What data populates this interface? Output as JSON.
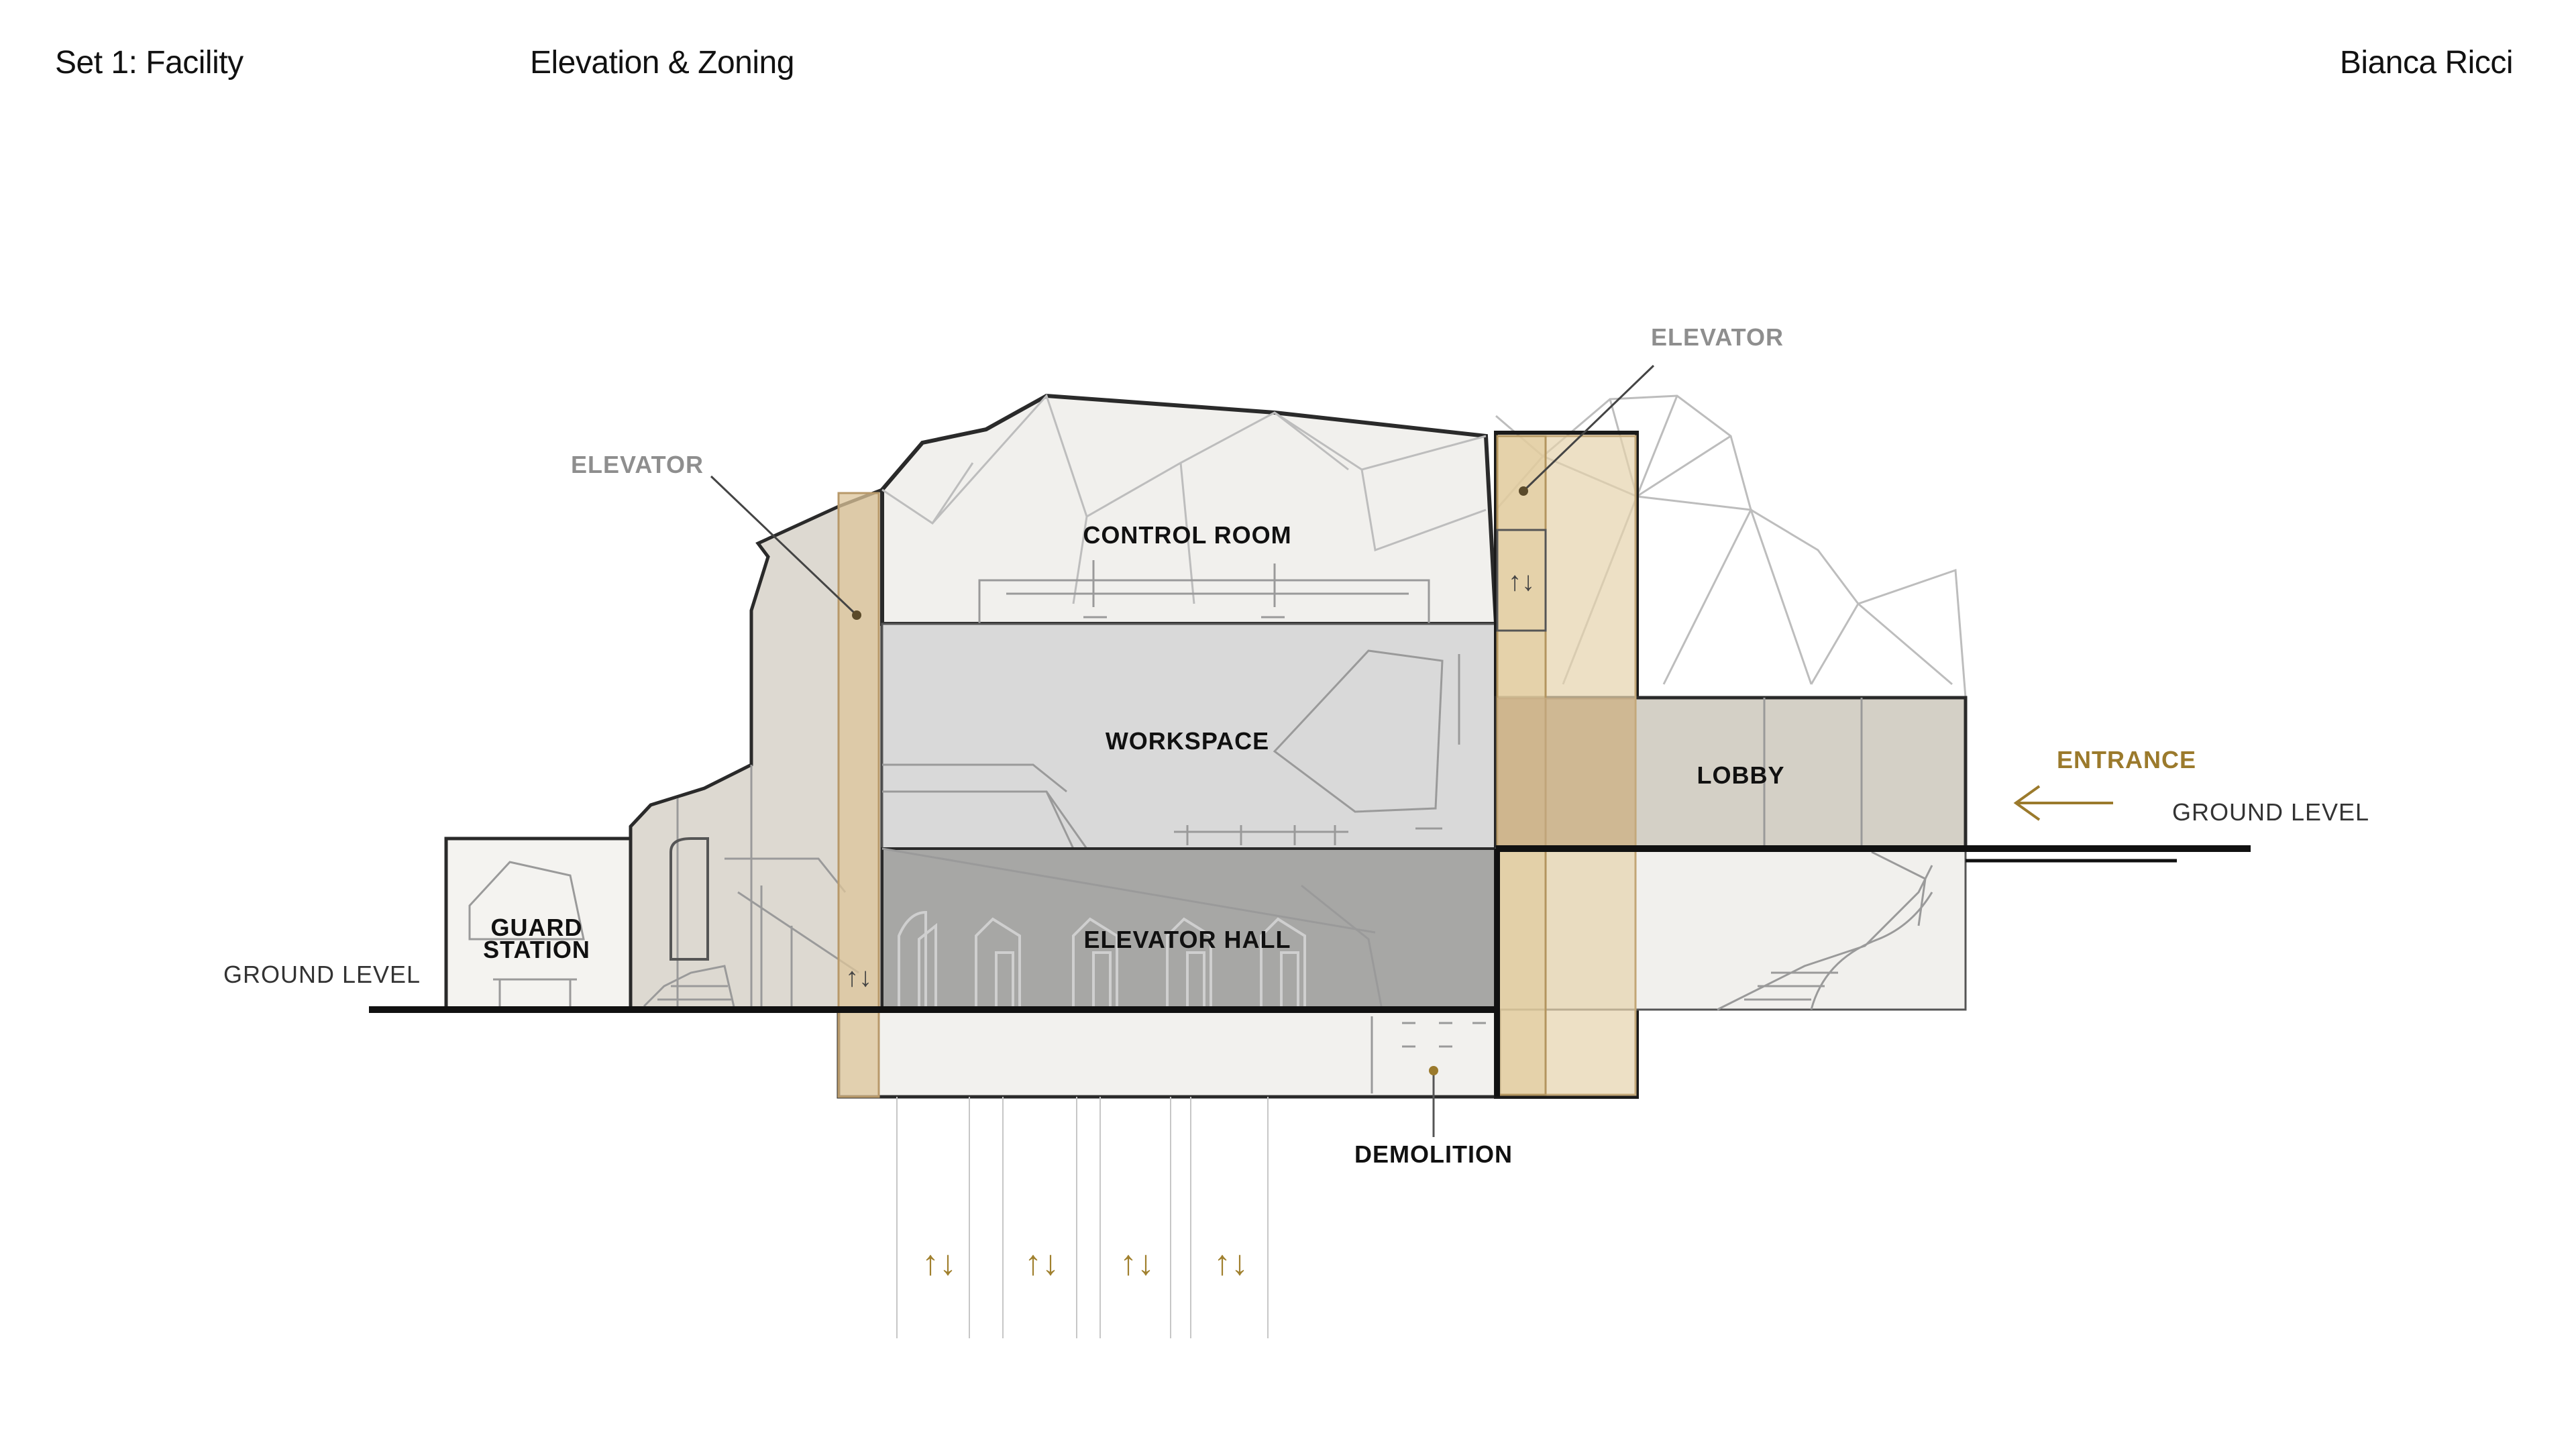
{
  "header": {
    "set_label": "Set 1: Facility",
    "title": "Elevation & Zoning",
    "author": "Bianca Ricci"
  },
  "labels": {
    "control_room": "CONTROL ROOM",
    "workspace": "WORKSPACE",
    "elevator_hall": "ELEVATOR HALL",
    "lobby": "LOBBY",
    "guard_station_line1": "GUARD",
    "guard_station_line2": "STATION",
    "elevator_left": "ELEVATOR",
    "elevator_right": "ELEVATOR",
    "entrance": "ENTRANCE",
    "ground_level_left": "GROUND LEVEL",
    "ground_level_right": "GROUND LEVEL",
    "demolition": "DEMOLITION"
  },
  "glyphs": {
    "updown": "↑↓",
    "left_arrow": "←"
  },
  "colors": {
    "elevator_shaft": "#e9d9b8",
    "elevator_shaft_dark": "#c9b089",
    "accent_gold": "#9b7a2c",
    "workspace_fill": "#d9d9d9",
    "elevator_hall_fill": "#a8a8a6",
    "lobby_fill": "#d3cfc5",
    "shell_fill": "#efeeeb",
    "ground_line": "#111111"
  }
}
